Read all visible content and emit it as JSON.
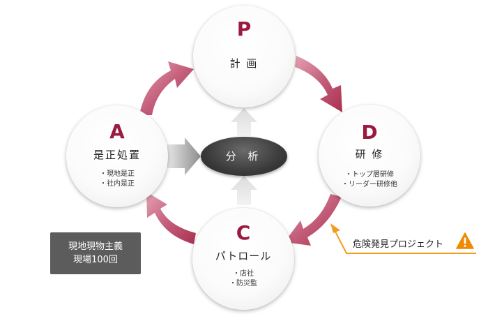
{
  "cycle": {
    "plan": {
      "letter": "P",
      "title": "計 画"
    },
    "do": {
      "letter": "D",
      "title": "研 修",
      "items": [
        "・トップ層研修",
        "・リーダー研修他"
      ]
    },
    "check": {
      "letter": "C",
      "title": "パトロール",
      "items": [
        "・店社",
        "・防災監"
      ]
    },
    "act": {
      "letter": "A",
      "title": "是正処置",
      "items": [
        "・現地是正",
        "・社内是正"
      ]
    }
  },
  "center": {
    "label": "分 析"
  },
  "note_box": {
    "lines": [
      "現地現物主義",
      "現場100回"
    ]
  },
  "risk_project": {
    "label": "危険発見プロジェクト",
    "icon": "warning-icon"
  },
  "colors": {
    "arrow": "#b0405f",
    "accent_letter": "#9b1a40",
    "risk_arrow": "#f29c1f",
    "warning": "#f08a00"
  }
}
